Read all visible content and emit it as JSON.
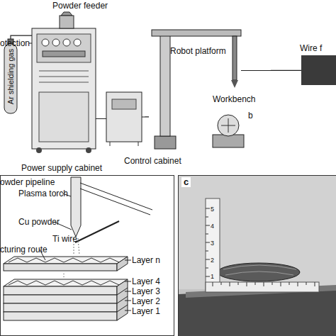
{
  "diagram": {
    "nodes": [
      {
        "text": [
          "Ar shielding gas"
        ]
      },
      {
        "text": [
          "Power supply cabinet"
        ]
      },
      {
        "text": [
          "Powder feeder"
        ]
      },
      {
        "text": [
          "Control cabinet"
        ]
      },
      {
        "text": [
          "Robot platform"
        ]
      },
      {
        "text": [
          "Workbench"
        ],
        "in": 4
      },
      {
        "text": [
          "Wire f"
        ]
      }
    ],
    "edges": [
      {
        "from": 0,
        "to": 1,
        "arrow": "none"
      },
      {
        "from": 1,
        "to": 3,
        "arrow": "none"
      },
      {
        "from": 3,
        "to": 4,
        "arrow": "none"
      },
      {
        "from": 4,
        "to": 6,
        "arrow": "none"
      }
    ],
    "labels": [
      "otection",
      "b",
      "owder pipeline",
      "Plasma torch",
      "Cu powder",
      "Ti wire",
      "cturing route",
      "Layer n",
      "Layer 4",
      "Layer 3",
      "Layer 2",
      "Layer 1",
      "c",
      "5",
      "4",
      "3",
      "2",
      "1"
    ]
  }
}
